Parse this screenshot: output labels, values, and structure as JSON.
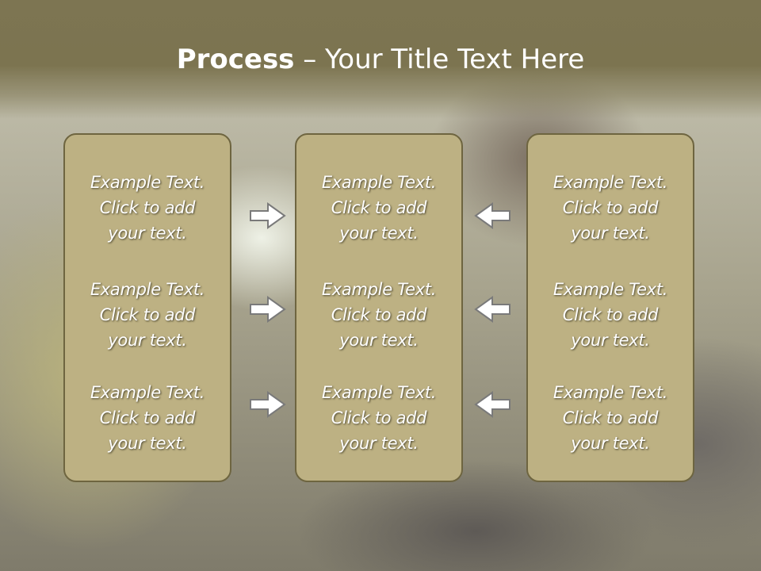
{
  "title": {
    "bold": "Process",
    "rest": " – Your Title Text Here"
  },
  "columns": [
    {
      "items": [
        [
          "Example Text.",
          "Click  to add",
          "your text."
        ],
        [
          "Example Text.",
          "Click  to add",
          "your text."
        ],
        [
          "Example Text.",
          "Click  to add",
          "your text."
        ]
      ]
    },
    {
      "items": [
        [
          "Example Text.",
          "Click  to add",
          "your text."
        ],
        [
          "Example Text.",
          "Click  to add",
          "your text."
        ],
        [
          "Example Text.",
          "Click  to add",
          "your text."
        ]
      ]
    },
    {
      "items": [
        [
          "Example Text.",
          "Click  to add",
          "your text."
        ],
        [
          "Example Text.",
          "Click  to add",
          "your text."
        ],
        [
          "Example Text.",
          "Click  to add",
          "your text."
        ]
      ]
    }
  ],
  "arrows": {
    "left_group": "right-arrow-icon",
    "right_group": "left-arrow-icon"
  },
  "colors": {
    "header": "#7c7450",
    "box_fill": "#bdb183",
    "box_border": "#6e6540",
    "text": "#ffffff",
    "arrow_fill": "#ffffff",
    "arrow_stroke": "#7a7a7a"
  }
}
